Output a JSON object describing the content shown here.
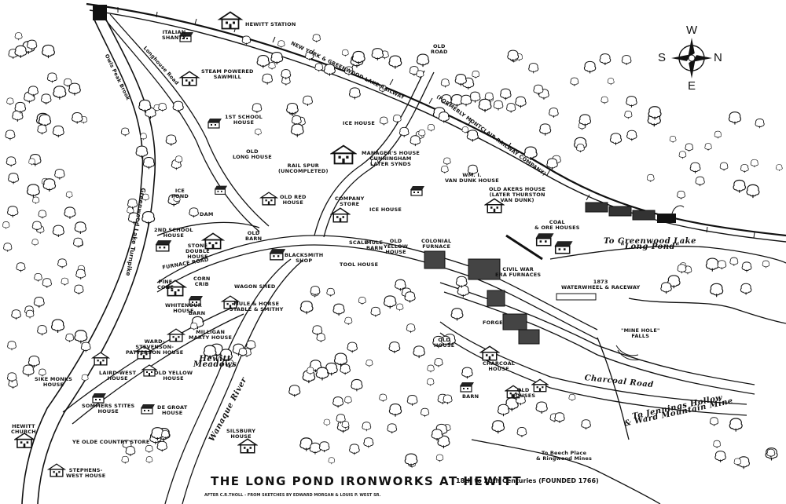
{
  "title": "THE LONG POND IRONWORKS AT HEWITT",
  "subtitle": "18th to 20th Centuries (FOUNDED 1766)",
  "credit": "AFTER C.R.THOLL - FROM SKETCHES BY EDWARD MORGAN & LOUIS P. WEST SR.",
  "compass": {
    "top": "W",
    "left": "S",
    "right": "N",
    "bottom": "E"
  },
  "labels": {
    "hewitt_station": "HEWITT STATION",
    "italian_shanty": "ITALIAN\nSHANTY",
    "railway": "NEW YORK & GREENWOOD LAKE RAILWAY",
    "old_road": "OLD\nROAD",
    "montclair": "(FORMERLY MONTCLAIR RAILWAY COMPANY)",
    "longhouse_road": "Longhouse Road",
    "owls_peak_brook": "Owls Peak Brook",
    "sawmill": "STEAM POWERED\nSAWMILL",
    "school1": "1ST SCHOOL\nHOUSE",
    "ice_house_top": "ICE HOUSE",
    "old_long_house": "OLD\nLONG HOUSE",
    "managers_house": "MANAGER'S HOUSE\nCUNNINGHAM\nLATER SYNDS",
    "rail_spur": "RAIL SPUR\n(UNCOMPLETED)",
    "van_dunk": "WM. I.\nVAN DUNK HOUSE",
    "old_akers": "OLD AKERS HOUSE\n(LATER THURSTON\nVAN DUNK)",
    "ice_pond": "ICE\nPOND",
    "dam": "DAM",
    "old_red_house": "OLD RED\nHOUSE",
    "company_store": "COMPANY\nSTORE",
    "ice_house_mid": "ICE HOUSE",
    "school2": "2ND SCHOOL\nHOUSE",
    "stone_double": "STONE\nDOUBLE\nHOUSE",
    "old_barn": "OLD\nBARN",
    "coal_ore": "COAL\n& ORE HOUSES",
    "greenwood_lake": "To Greenwood Lake\n\"Long Pond\"",
    "scale": "SCALE",
    "mule_barn": "MULE\nBARN",
    "old_yellow_top": "OLD\nYELLOW\nHOUSE",
    "colonial_furnace": "COLONIAL\nFURNACE",
    "greenwood_turnpike": "Greenwood Lake Turnpike",
    "blacksmith": "BLACKSMITH\nSHOP",
    "tool_house": "TOOL HOUSE",
    "civil_war": "CIVIL WAR\nERA FURNACES",
    "furnace_road": "FURNACE ROAD",
    "corn_crib": "CORN\nCRIB",
    "wagon_shed": "WAGON SHED",
    "waterwheel": "1873\nWATERWHEEL & RACEWAY",
    "pine_cone": "PINE\nCONE",
    "whitenour": "WHITENOUR\nHOUSE",
    "barn_mid": "BARN",
    "mule_stable": "MULE & HORSE\nSTABLE & SMITHY",
    "milligan": "MILLIGAN\nMARTY HOUSE",
    "mine_hole": "\"MINE HOLE\"\nFALLS",
    "forge": "FORGE",
    "old_house": "OLD\nHOUSE",
    "ward_pattison": "WARD-\nSTEVENSON-\nPATTERSON HOUSE",
    "hewitt_meadows": "Hewitt\nMeadows",
    "charcoal_house": "CHARCOAL\nHOUSE",
    "sike_monks": "SIKE MONKS\nHOUSE",
    "laird_west": "LAIRD-WEST\nHOUSE",
    "old_yellow_low": "OLD YELLOW\nHOUSE",
    "charcoal_road": "Charcoal Road",
    "barn_low": "BARN",
    "old_houses": "OLD\nHOUSES",
    "somers_stites": "SOMMERS STITES\nHOUSE",
    "de_groat": "DE GROAT\nHOUSE",
    "jennings_hollow": "To Jennings Hollow\n& Ward Mountain Mine",
    "wanaque_river": "Wanaque River",
    "hewitt_church": "HEWITT\nCHURCH",
    "ye_olde_store": "YE OLDE COUNTRY STORE",
    "silsbury": "SILSBURY\nHOUSE",
    "beech_place": "To Beech Place\n& Ringwood Mines",
    "stephens_west": "STEPHENS-\nWEST HOUSE"
  }
}
